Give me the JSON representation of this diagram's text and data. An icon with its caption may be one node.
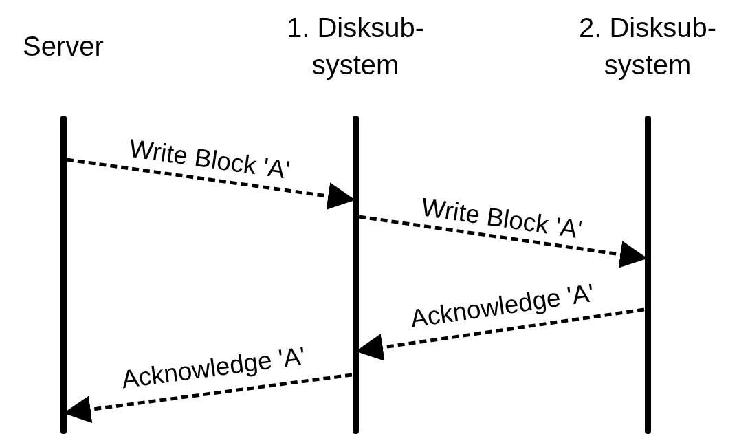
{
  "diagram": {
    "nodes": [
      {
        "text": [
          "Server"
        ]
      },
      {
        "text": [
          "1. Disksub- system"
        ]
      },
      {
        "text": [
          "2. Disksub- system"
        ]
      }
    ],
    "edges": [
      {
        "from": 0,
        "to": 1,
        "arrow": "to",
        "label": "Write Block 'A'",
        "style": "dashed"
      },
      {
        "from": 1,
        "to": 2,
        "arrow": "to",
        "label": "Write Block 'A'",
        "style": "dashed"
      },
      {
        "from": 2,
        "to": 1,
        "arrow": "to",
        "label": "Acknowledge 'A'",
        "style": "dashed"
      },
      {
        "from": 1,
        "to": 0,
        "arrow": "to",
        "label": "Acknowledge 'A'",
        "style": "dashed"
      }
    ]
  }
}
